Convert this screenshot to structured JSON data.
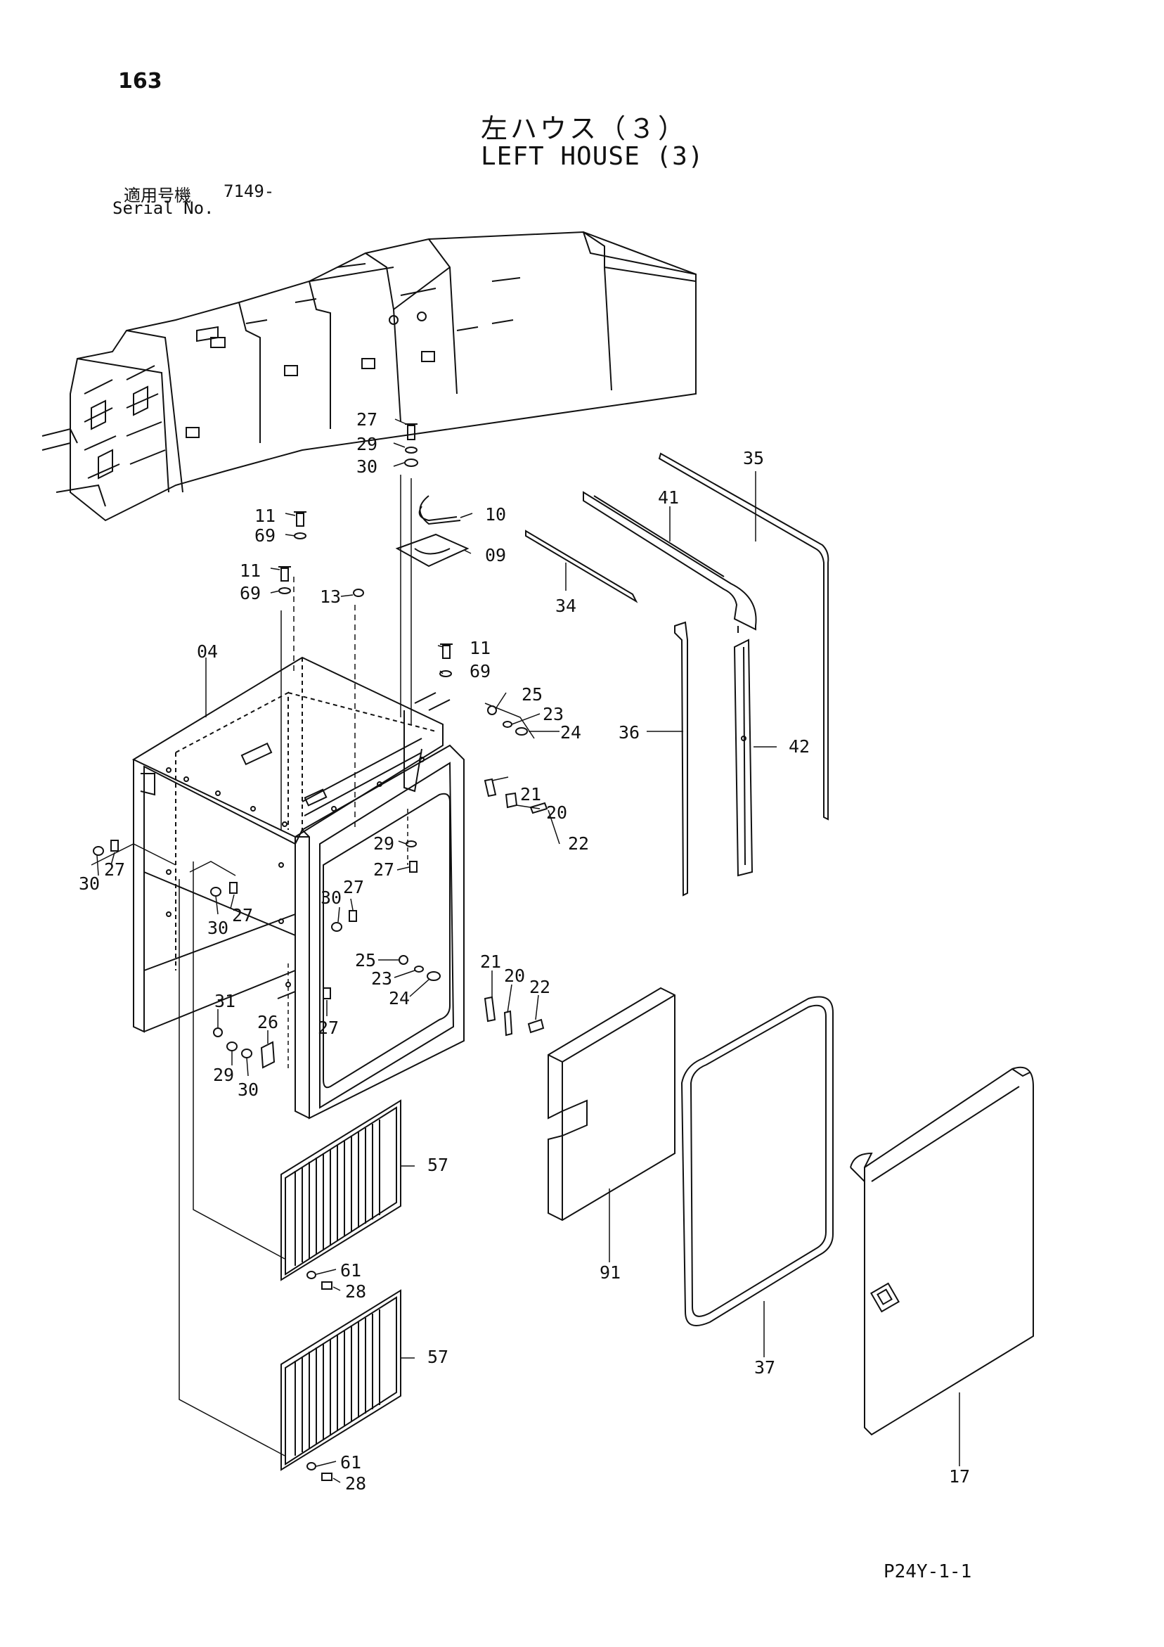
{
  "header": {
    "page_number": "163",
    "title_jp": "左ハウス（３）",
    "title_en": "LEFT HOUSE (3)",
    "serial_label_jp": "適用号機",
    "serial_value": "7149-",
    "serial_label_en": "Serial No."
  },
  "footer": {
    "code": "P24Y-1-1"
  },
  "parts": {
    "p04": "04",
    "p09": "09",
    "p10": "10",
    "p11a": "11",
    "p69a": "69",
    "p11b": "11",
    "p69b": "69",
    "p11c": "11",
    "p69c": "69",
    "p13": "13",
    "p27a": "27",
    "p29a": "29",
    "p30a": "30",
    "p25a": "25",
    "p23a": "23",
    "p24a": "24",
    "p21a": "21",
    "p20a": "20",
    "p22a": "22",
    "p29b": "29",
    "p27b": "27",
    "p30b": "30",
    "p27c": "27",
    "p30c": "30",
    "p27d": "27",
    "p30d": "30",
    "p27e": "27",
    "p25b": "25",
    "p23b": "23",
    "p24b": "24",
    "p21b": "21",
    "p20b": "20",
    "p22b": "22",
    "p31": "31",
    "p26": "26",
    "p29c": "29",
    "p30e": "30",
    "p27f": "27",
    "p35": "35",
    "p41": "41",
    "p34": "34",
    "p36": "36",
    "p42": "42",
    "p57a": "57",
    "p61a": "61",
    "p28a": "28",
    "p57b": "57",
    "p61b": "61",
    "p28b": "28",
    "p91": "91",
    "p37": "37",
    "p17": "17"
  }
}
